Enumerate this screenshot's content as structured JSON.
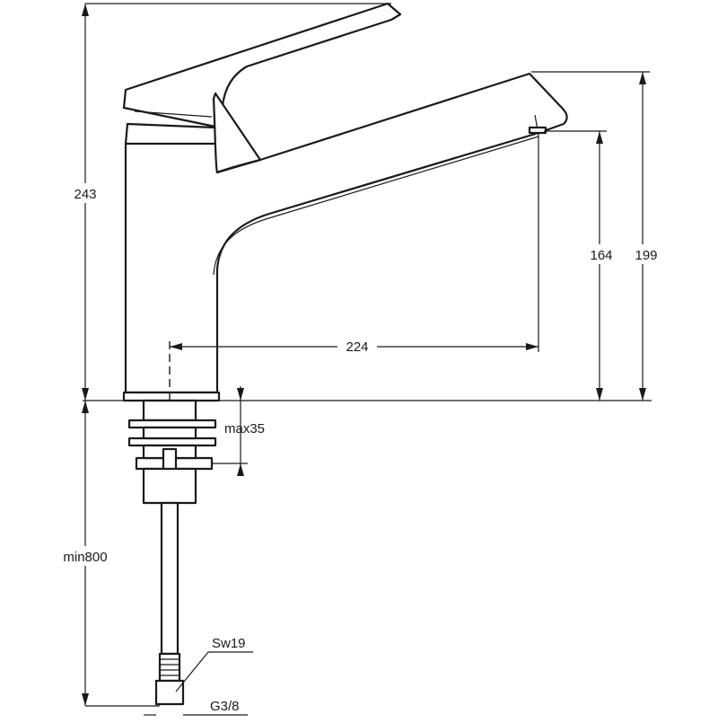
{
  "dimensions": {
    "total_height": "243",
    "spout_outlet_height": "164",
    "spout_top_height": "199",
    "spout_reach": "224",
    "max_deck_thickness": "max35",
    "min_hose_length": "min800",
    "wrench_size": "Sw19",
    "connection_thread": "G3/8"
  },
  "colors": {
    "line": "#1a1a1a",
    "background": "#ffffff"
  }
}
